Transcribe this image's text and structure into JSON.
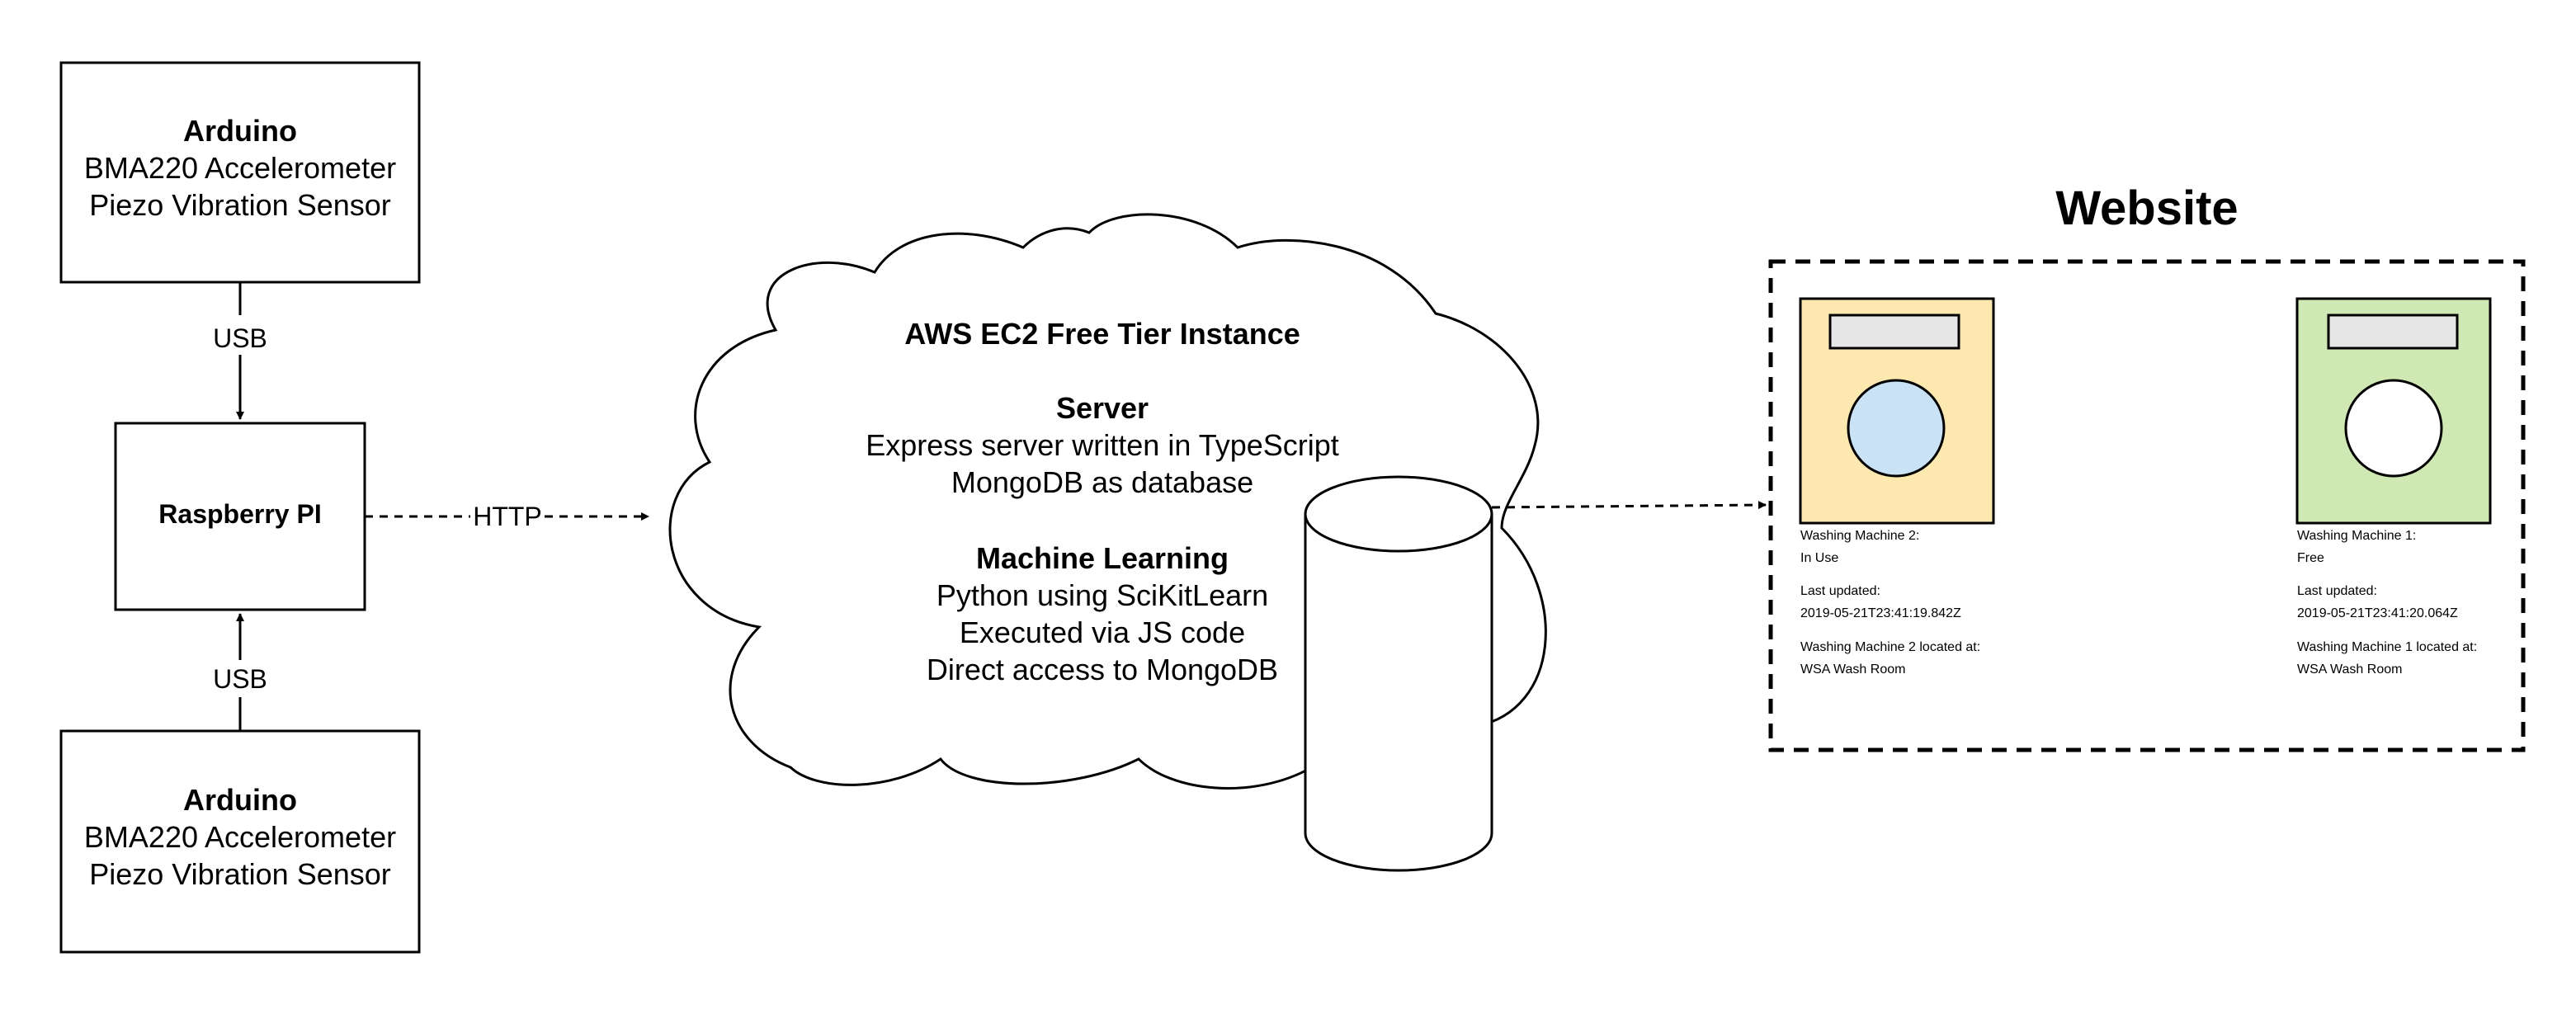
{
  "arduino_top": {
    "title": "Arduino",
    "line1": "BMA220 Accelerometer",
    "line2": "Piezo Vibration Sensor"
  },
  "arduino_bottom": {
    "title": "Arduino",
    "line1": "BMA220 Accelerometer",
    "line2": "Piezo Vibration Sensor"
  },
  "raspberry": {
    "title": "Raspberry PI"
  },
  "links": {
    "usb_top": "USB",
    "usb_bottom": "USB",
    "http": "HTTP"
  },
  "cloud": {
    "title": "AWS EC2 Free Tier Instance",
    "server_title": "Server",
    "server_line1": "Express server written in TypeScript",
    "server_line2": "MongoDB as database",
    "ml_title": "Machine Learning",
    "ml_line1": "Python using SciKitLearn",
    "ml_line2": "Executed via JS code",
    "ml_line3": "Direct access to MongoDB"
  },
  "website": {
    "title": "Website",
    "machines": [
      {
        "name": "Washing Machine 2:",
        "status": "In Use",
        "updated_label": "Last updated:",
        "updated_value": "2019-05-21T23:41:19.842Z",
        "location_label": "Washing Machine 2 located at:",
        "location_value": "WSA Wash Room",
        "body_color": "#fde9b0",
        "drum_color": "#c9e2f5"
      },
      {
        "name": "Washing Machine 1:",
        "status": "Free",
        "updated_label": "Last updated:",
        "updated_value": "2019-05-21T23:41:20.064Z",
        "location_label": "Washing Machine 1 located at:",
        "location_value": "WSA Wash Room",
        "body_color": "#cfe8b4",
        "drum_color": "#ffffff"
      }
    ]
  }
}
